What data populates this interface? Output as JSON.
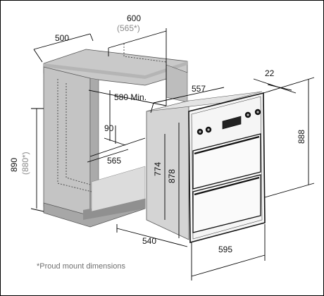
{
  "dimensions": {
    "cabinet_width": "600",
    "cabinet_width_alt": "(565*)",
    "cabinet_depth": "500",
    "cavity_depth_min": "580 Min.",
    "cavity_gap": "90",
    "cavity_inner_width": "565",
    "cabinet_height": "890",
    "cabinet_height_alt": "(880*)",
    "oven_side_depth": "557",
    "fascia_thickness": "22",
    "oven_total_height": "888",
    "oven_body_height": "774",
    "oven_front_height": "878",
    "oven_depth": "540",
    "oven_width": "595"
  },
  "footnote": "*Proud mount dimensions",
  "colors": {
    "cabinet_fill": "#c6c6c6",
    "cabinet_dark": "#9a9a9a",
    "oven_body": "#d6d6d6",
    "oven_front": "#f4f4f4",
    "oven_trim": "#111111"
  }
}
